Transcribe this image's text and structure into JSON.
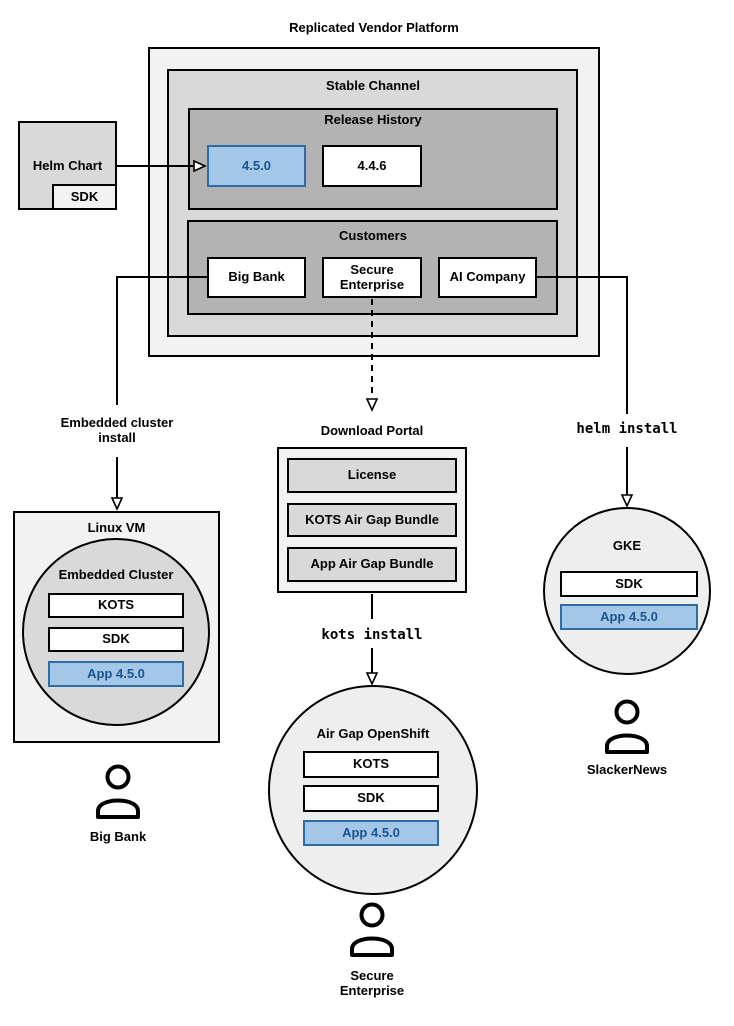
{
  "colors": {
    "gray_light": "#f2f2f2",
    "gray_mid": "#d9d9d9",
    "gray_dark": "#b3b3b3",
    "circle_light": "#eeeeee",
    "blue_fill": "#a4c7e8",
    "blue_border": "#2d6da6",
    "blue_text": "#1a5490",
    "line": "#000000"
  },
  "platform": {
    "title": "Replicated Vendor Platform",
    "stable_channel": {
      "title": "Stable Channel"
    },
    "release_history": {
      "title": "Release History",
      "current": "4.5.0",
      "previous": "4.4.6"
    },
    "customers": {
      "title": "Customers",
      "big_bank": "Big Bank",
      "secure_enterprise": "Secure Enterprise",
      "ai_company": "AI Company"
    }
  },
  "helm_chart": {
    "label": "Helm Chart",
    "sdk": "SDK"
  },
  "arrows": {
    "embedded_install": "Embedded cluster install",
    "kots_install": "kots install",
    "helm_install": "helm install"
  },
  "download_portal": {
    "title": "Download Portal",
    "items": [
      "License",
      "KOTS Air Gap Bundle",
      "App Air Gap Bundle"
    ]
  },
  "big_bank_env": {
    "host": "Linux VM",
    "cluster": "Embedded Cluster",
    "components": [
      "KOTS",
      "SDK",
      "App 4.5.0"
    ],
    "user": "Big Bank"
  },
  "secure_enterprise_env": {
    "cluster": "Air Gap OpenShift",
    "components": [
      "KOTS",
      "SDK",
      "App 4.5.0"
    ],
    "user": "Secure Enterprise"
  },
  "ai_company_env": {
    "cluster": "GKE",
    "components": [
      "SDK",
      "App 4.5.0"
    ],
    "user": "SlackerNews"
  }
}
